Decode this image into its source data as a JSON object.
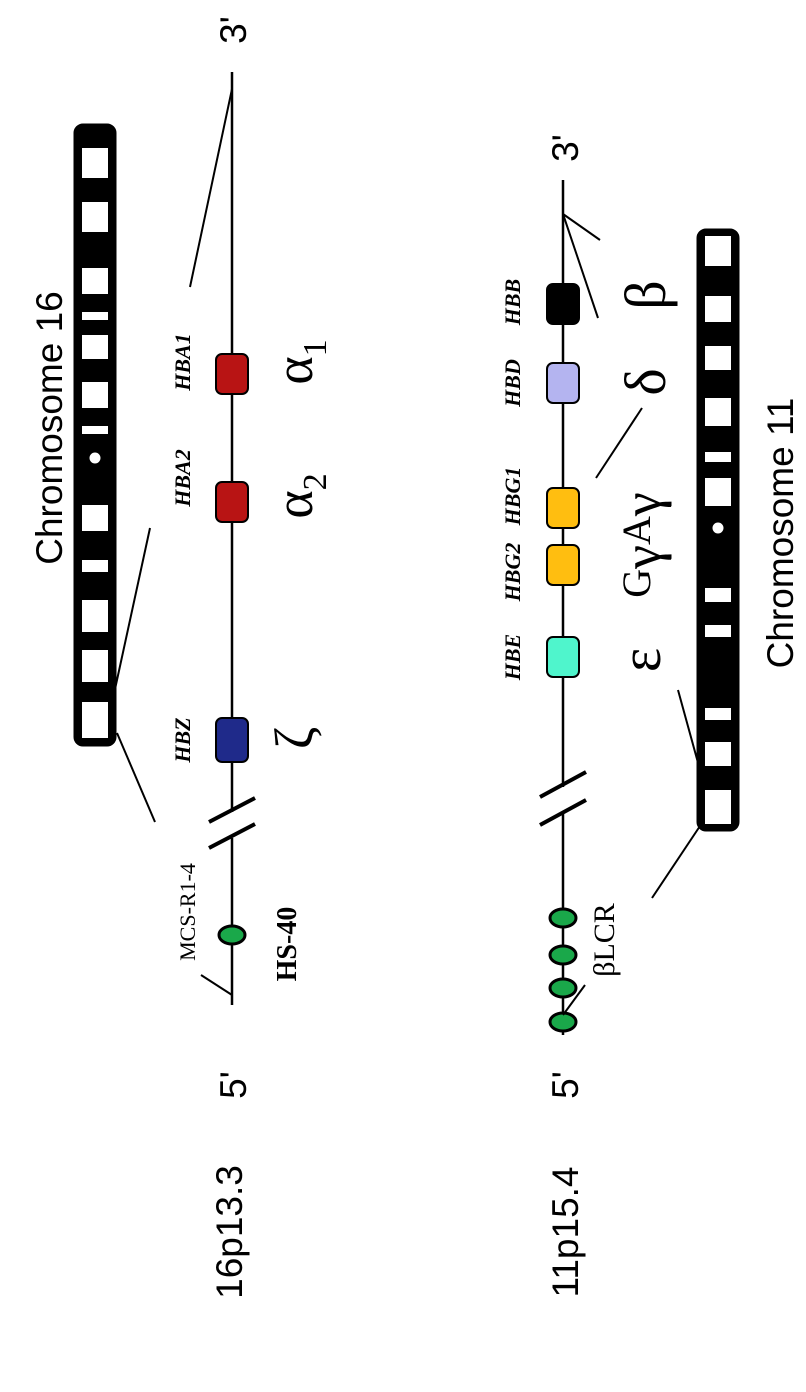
{
  "chromosome16": {
    "title": "Chromosome 16",
    "band": "16p13.3",
    "end5": "5'",
    "end3": "3'",
    "regulatory_element": "MCS-R1-4",
    "regulatory_label": "HS-40",
    "genes": [
      {
        "symbol": "HBZ",
        "greek": "ζ",
        "subscript": "",
        "color": "#1f2a8a"
      },
      {
        "symbol": "HBA2",
        "greek": "α",
        "subscript": "2",
        "color": "#b81414"
      },
      {
        "symbol": "HBA1",
        "greek": "α",
        "subscript": "1",
        "color": "#b81414"
      }
    ]
  },
  "chromosome11": {
    "title": "Chromosome 11",
    "band": "11p15.4",
    "end5": "5'",
    "end3": "3'",
    "regulatory_label": "βLCR",
    "genes": [
      {
        "symbol": "HBE",
        "greek": "ε",
        "color": "#4ff5cc"
      },
      {
        "symbol": "HBG2",
        "greek": "",
        "color": "#ffbe10"
      },
      {
        "symbol": "HBG1",
        "greek": "",
        "color": "#ffbe10"
      },
      {
        "symbol": "HBD",
        "greek": "δ",
        "color": "#b4b4f0"
      },
      {
        "symbol": "HBB",
        "greek": "β",
        "color": "#000000"
      }
    ],
    "gamma_group": {
      "g": "G",
      "a": "A",
      "gamma": "γ"
    }
  },
  "colors": {
    "line": "#000000",
    "lcr_element": "#1aa84a",
    "chromosome_band_dark": "#000000",
    "chromosome_band_light": "#ffffff"
  }
}
